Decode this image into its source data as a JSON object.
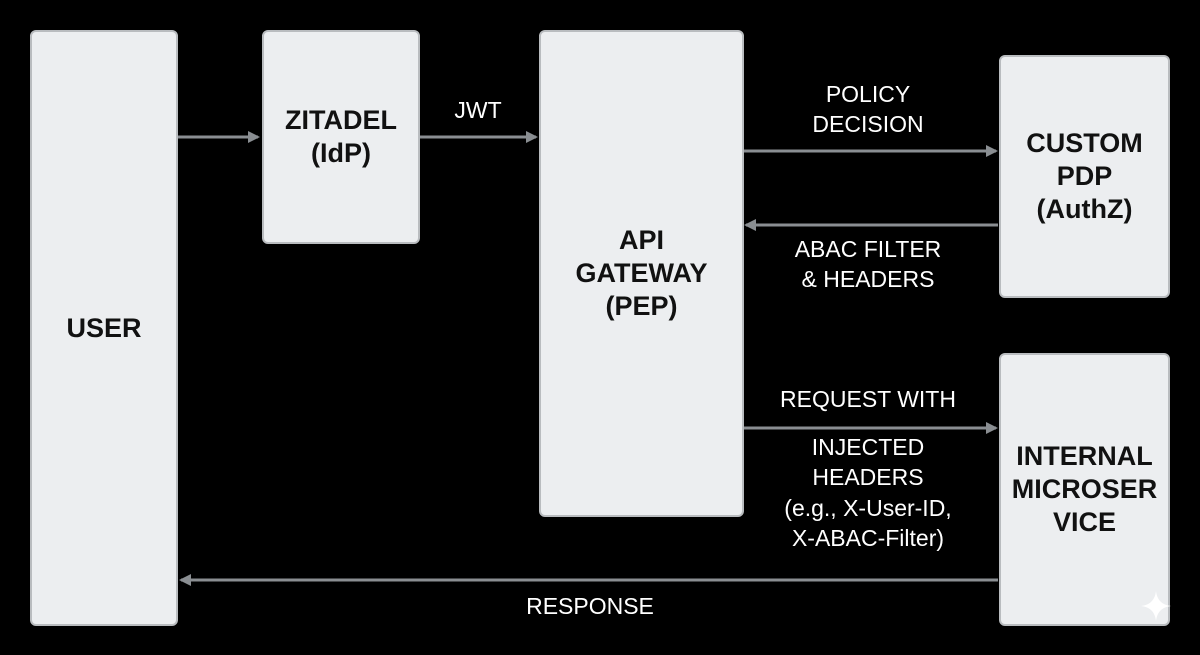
{
  "colors": {
    "background": "#000000",
    "box_fill": "#eceef0",
    "box_border": "#b9bcbf",
    "arrow": "#8a8e92",
    "text_dark": "#111111",
    "text_light": "#ffffff"
  },
  "nodes": {
    "user": "USER",
    "zitadel": "ZITADEL\n(IdP)",
    "gateway": "API\nGATEWAY\n(PEP)",
    "pdp": "CUSTOM\nPDP\n(AuthZ)",
    "microservice": "INTERNAL\nMICROSER\nVICE"
  },
  "edges": {
    "jwt": "JWT",
    "policy_decision": "POLICY\nDECISION",
    "abac_filter": "ABAC FILTER\n& HEADERS",
    "request_with": "REQUEST WITH",
    "injected_headers": "INJECTED\nHEADERS\n(e.g., X-User-ID,\nX-ABAC-Filter)",
    "response": "RESPONSE"
  },
  "icons": {
    "watermark": "sparkle-icon"
  }
}
